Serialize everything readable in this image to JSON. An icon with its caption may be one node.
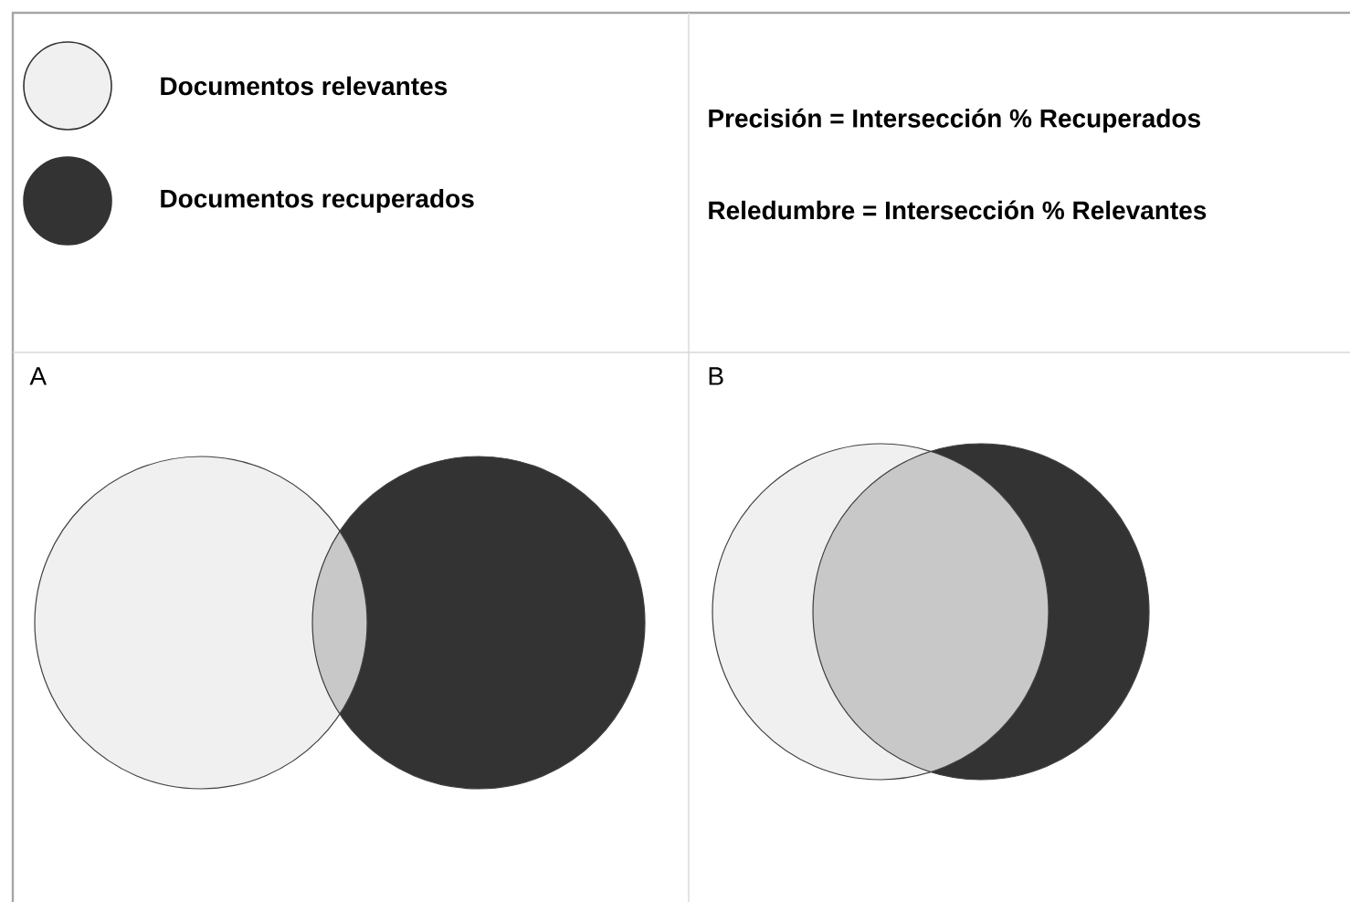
{
  "diagram": {
    "labels": [
      "Precisión = Intersección % Recuperados",
      "Reledumbre = Intersección % Relevantes",
      "A",
      "B"
    ],
    "legend": [
      {
        "text": "Documentos relevantes",
        "color": "#f0f0f0"
      },
      {
        "text": "Documentos recuperados",
        "color": "#333333"
      }
    ]
  }
}
